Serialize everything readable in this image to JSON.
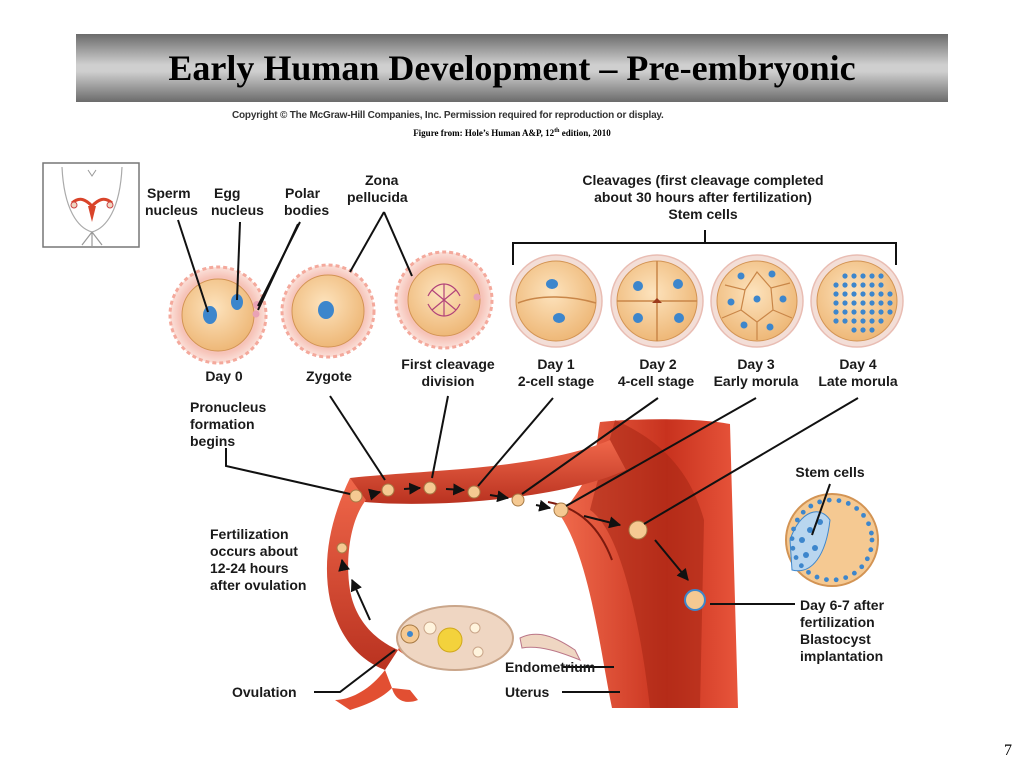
{
  "slide": {
    "title": "Early Human Development – Pre-embryonic",
    "copyright": "Copyright © The McGraw-Hill Companies, Inc. Permission required for reproduction or display.",
    "figure_credit_prefix": "Figure from: Hole’s Human A&P, 12",
    "figure_credit_sup": "th",
    "figure_credit_suffix": " edition, 2010",
    "slide_number": "7"
  },
  "labels": {
    "sperm_nucleus": [
      "Sperm",
      "nucleus"
    ],
    "egg_nucleus": [
      "Egg",
      "nucleus"
    ],
    "polar_bodies": [
      "Polar",
      "bodies"
    ],
    "zona_pellucida": [
      "Zona",
      "pellucida"
    ],
    "cleavages": [
      "Cleavages (first cleavage completed",
      "about 30 hours after fertilization)",
      "Stem cells"
    ],
    "day0": [
      "Day 0"
    ],
    "zygote": [
      "Zygote"
    ],
    "first_cleavage": [
      "First cleavage",
      "division"
    ],
    "day1": [
      "Day 1",
      "2-cell stage"
    ],
    "day2": [
      "Day 2",
      "4-cell stage"
    ],
    "day3": [
      "Day 3",
      "Early morula"
    ],
    "day4": [
      "Day 4",
      "Late morula"
    ],
    "pronucleus": [
      "Pronucleus",
      "formation",
      "begins"
    ],
    "stem_cells_right": [
      "Stem cells"
    ],
    "fertilization": [
      "Fertilization",
      "occurs about",
      "12-24 hours",
      "after ovulation"
    ],
    "blastocyst": [
      "Day 6-7 after",
      "fertilization",
      "Blastocyst",
      "implantation"
    ],
    "ovulation": [
      "Ovulation"
    ],
    "endometrium": [
      "Endometrium"
    ],
    "uterus": [
      "Uterus"
    ]
  },
  "colors": {
    "cell_fill": "#f5c992",
    "cell_halo": "#f2b8b0",
    "nucleus": "#3d86cc",
    "tube": "#d9442a",
    "tube_dark": "#a82a1a",
    "uterus_wall": "#c8321e",
    "ovary": "#efd6c2"
  }
}
